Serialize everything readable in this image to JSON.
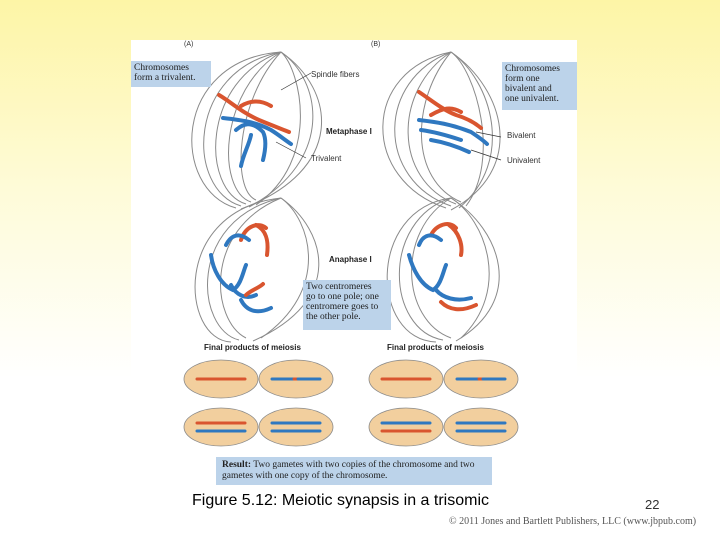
{
  "figure": {
    "label_a": "(A)",
    "label_b": "(B)",
    "callout_a": "Chromosomes\nform a trivalent.",
    "callout_b": "Chromosomes\nform one\nbivalent and\none univalent.",
    "spindle_fibers": "Spindle fibers",
    "metaphase": "Metaphase I",
    "trivalent": "Trivalent",
    "bivalent": "Bivalent",
    "univalent": "Univalent",
    "anaphase": "Anaphase I",
    "centromere_callout": "Two centromeres\ngo to one pole; one\ncentromere goes to\nthe other pole.",
    "final_products_a": "Final products of meiosis",
    "final_products_b": "Final products of meiosis",
    "result_bold": "Result:",
    "result_text": " Two gametes with two copies of the chromosome and two gametes with one copy of the chromosome.",
    "colors": {
      "red": "#d9552f",
      "blue": "#2f78c0",
      "callout": "#bcd3ea",
      "cell": "#f2cf9e"
    }
  },
  "slide": {
    "caption": "Figure 5.12: Meiotic synapsis in a trisomic",
    "page_number": "22",
    "copyright": "© 2011 Jones and Bartlett Publishers, LLC (www.jbpub.com)"
  }
}
